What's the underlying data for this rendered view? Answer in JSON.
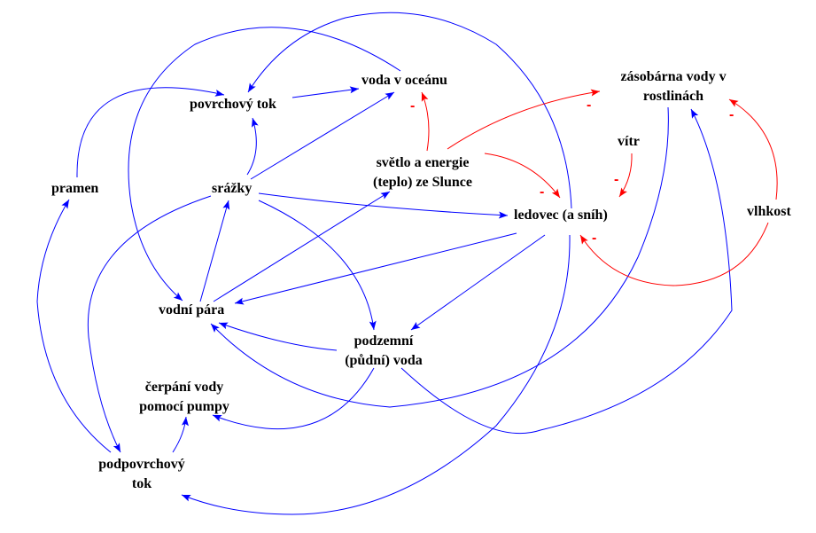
{
  "diagram": {
    "title": "",
    "colors": {
      "positive_link": "#0000ff",
      "negative_link": "#ff0000",
      "text": "#000000",
      "background": "#ffffff"
    },
    "nodes": [
      {
        "id": "povrchovy_tok",
        "label": "povrchový tok"
      },
      {
        "id": "voda_v_oceanu",
        "label": "voda v oceánu"
      },
      {
        "id": "zasobarna",
        "label_line1": "zásobárna vody v",
        "label_line2": "rostlinách"
      },
      {
        "id": "pramen",
        "label": "pramen"
      },
      {
        "id": "srazky",
        "label": "srážky"
      },
      {
        "id": "svetlo",
        "label_line1": "světlo a energie",
        "label_line2": "(teplo) ze Slunce"
      },
      {
        "id": "vitr",
        "label": "vítr"
      },
      {
        "id": "ledovec",
        "label": "ledovec (a sníh)"
      },
      {
        "id": "vlhkost",
        "label": "vlhkost"
      },
      {
        "id": "vodni_para",
        "label": "vodní pára"
      },
      {
        "id": "podzemni_voda",
        "label_line1": "podzemní",
        "label_line2": "(půdní) voda"
      },
      {
        "id": "cerpani",
        "label_line1": "čerpání vody",
        "label_line2": "pomocí pumpy"
      },
      {
        "id": "podpovrchovy_tok",
        "label_line1": "podpovrchový",
        "label_line2": "tok"
      }
    ],
    "links": [
      {
        "from": "povrchovy_tok",
        "to": "voda_v_oceanu",
        "polarity": "+"
      },
      {
        "from": "srazky",
        "to": "povrchovy_tok",
        "polarity": "+"
      },
      {
        "from": "srazky",
        "to": "voda_v_oceanu",
        "polarity": "+"
      },
      {
        "from": "srazky",
        "to": "ledovec",
        "polarity": "+"
      },
      {
        "from": "srazky",
        "to": "podzemni_voda",
        "polarity": "+"
      },
      {
        "from": "srazky",
        "to": "podpovrchovy_tok",
        "polarity": "+"
      },
      {
        "from": "pramen",
        "to": "povrchovy_tok",
        "polarity": "+"
      },
      {
        "from": "podpovrchovy_tok",
        "to": "pramen",
        "polarity": "+"
      },
      {
        "from": "podpovrchovy_tok",
        "to": "cerpani",
        "polarity": "+"
      },
      {
        "from": "voda_v_oceanu",
        "to": "vodni_para",
        "polarity": "+"
      },
      {
        "from": "ledovec",
        "to": "povrchovy_tok",
        "polarity": "+"
      },
      {
        "from": "ledovec",
        "to": "vodni_para",
        "polarity": "+"
      },
      {
        "from": "ledovec",
        "to": "podzemni_voda",
        "polarity": "+"
      },
      {
        "from": "ledovec",
        "to": "podpovrchovy_tok",
        "polarity": "+"
      },
      {
        "from": "vodni_para",
        "to": "srazky",
        "polarity": "+"
      },
      {
        "from": "vodni_para",
        "to": "svetlo",
        "polarity": "+"
      },
      {
        "from": "podzemni_voda",
        "to": "vodni_para",
        "polarity": "+"
      },
      {
        "from": "podzemni_voda",
        "to": "cerpani",
        "polarity": "+"
      },
      {
        "from": "podzemni_voda",
        "to": "zasobarna",
        "polarity": "+"
      },
      {
        "from": "zasobarna",
        "to": "vodni_para",
        "polarity": "+"
      },
      {
        "from": "svetlo",
        "to": "voda_v_oceanu",
        "polarity": "-"
      },
      {
        "from": "svetlo",
        "to": "zasobarna",
        "polarity": "-"
      },
      {
        "from": "svetlo",
        "to": "ledovec",
        "polarity": "-"
      },
      {
        "from": "vitr",
        "to": "ledovec",
        "polarity": "-"
      },
      {
        "from": "vlhkost",
        "to": "zasobarna",
        "polarity": "-"
      },
      {
        "from": "vlhkost",
        "to": "ledovec",
        "polarity": "-"
      }
    ],
    "negative_marker": "-"
  }
}
